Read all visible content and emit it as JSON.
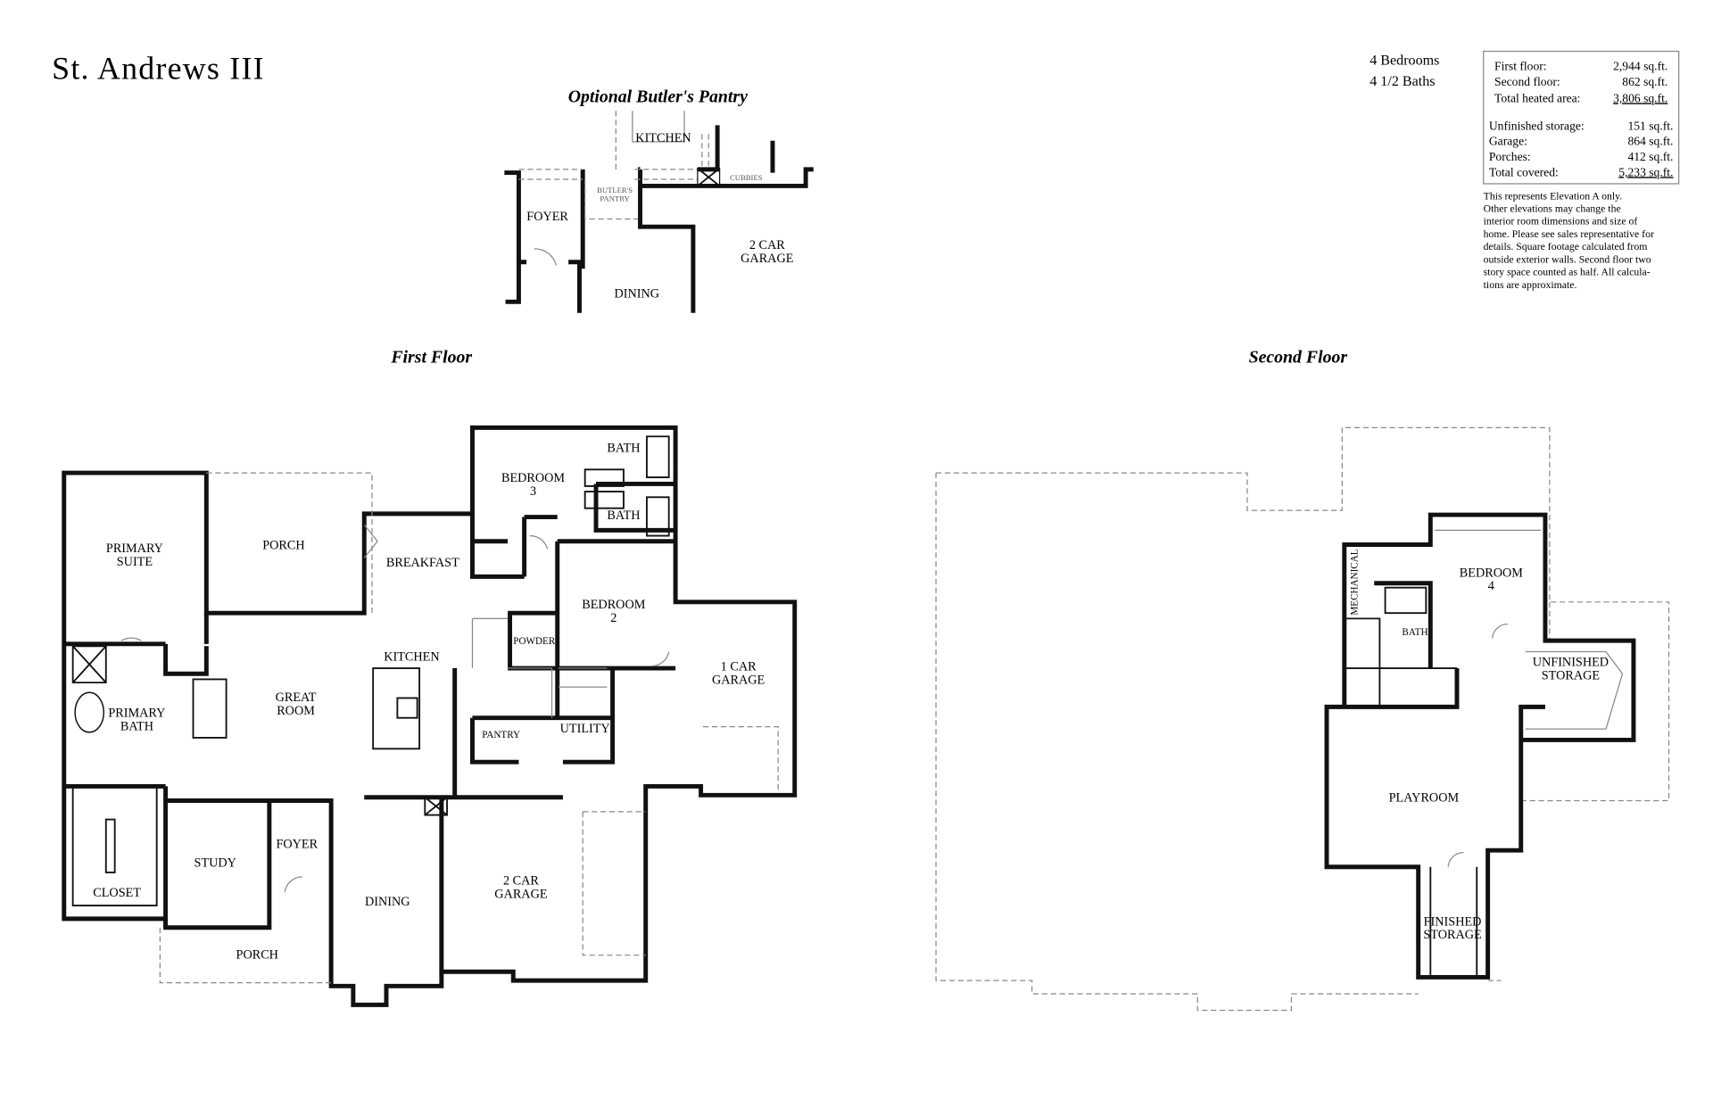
{
  "title": "St. Andrews III",
  "summary": {
    "bedrooms": "4 Bedrooms",
    "baths": "4 1/2  Baths"
  },
  "specs": {
    "heated": [
      {
        "label": "First floor:",
        "value": "2,944 sq.ft."
      },
      {
        "label": "Second floor:",
        "value": "862 sq.ft."
      },
      {
        "label": "Total heated area:",
        "value": "3,806 sq.ft."
      }
    ],
    "other": [
      {
        "label": "Unfinished storage:",
        "value": "151 sq.ft."
      },
      {
        "label": "Garage:",
        "value": "864 sq.ft."
      },
      {
        "label": "Porches:",
        "value": "412 sq.ft."
      },
      {
        "label": "Total covered:",
        "value": "5,233 sq.ft."
      }
    ],
    "note_lines": [
      "This represents Elevation A only.",
      "Other elevations may change the",
      "interior room dimensions and size of",
      "home. Please see sales representative for",
      "details. Square footage calculated from",
      "outside exterior walls. Second floor two",
      "story space counted as half. All calcula-",
      "tions are approximate."
    ]
  },
  "butlers_pantry": {
    "heading": "Optional Butler's Pantry",
    "rooms": {
      "kitchen": "KITCHEN",
      "butlers_1": "BUTLER'S",
      "butlers_2": "PANTRY",
      "cubbies": "CUBBIES",
      "foyer": "FOYER",
      "garage_1": "2 CAR",
      "garage_2": "GARAGE",
      "dining": "DINING"
    }
  },
  "first_floor": {
    "heading": "First Floor",
    "rooms": {
      "primary_suite_1": "PRIMARY",
      "primary_suite_2": "SUITE",
      "porch_rear": "PORCH",
      "breakfast": "BREAKFAST",
      "bedroom3_1": "BEDROOM",
      "bedroom3_2": "3",
      "bath_1": "BATH",
      "bath_2": "BATH",
      "bedroom2_1": "BEDROOM",
      "bedroom2_2": "2",
      "kitchen": "KITCHEN",
      "powder": "POWDER",
      "garage1_1": "1 CAR",
      "garage1_2": "GARAGE",
      "primary_bath_1": "PRIMARY",
      "primary_bath_2": "BATH",
      "great_room_1": "GREAT",
      "great_room_2": "ROOM",
      "pantry": "PANTRY",
      "utility": "UTILITY",
      "study": "STUDY",
      "foyer": "FOYER",
      "dining": "DINING",
      "garage2_1": "2 CAR",
      "garage2_2": "GARAGE",
      "closet": "CLOSET",
      "porch_front": "PORCH"
    }
  },
  "second_floor": {
    "heading": "Second Floor",
    "rooms": {
      "mechanical": "MECHANICAL",
      "bedroom4_1": "BEDROOM",
      "bedroom4_2": "4",
      "bath": "BATH",
      "unfinished_1": "UNFINISHED",
      "unfinished_2": "STORAGE",
      "playroom": "PLAYROOM",
      "finished_1": "FINISHED",
      "finished_2": "STORAGE"
    }
  }
}
